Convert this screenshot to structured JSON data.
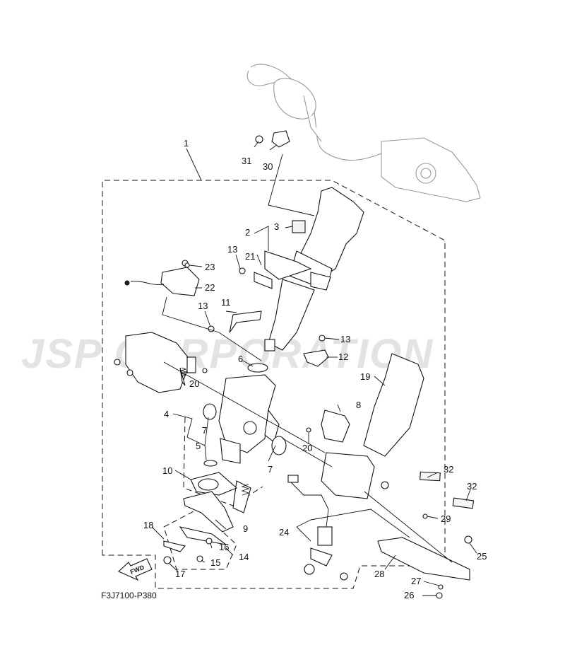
{
  "diagram": {
    "code": "F3J7100-P380",
    "watermark": "JSP CORPORATION",
    "fwd_label": "FWD",
    "callouts": [
      {
        "id": "c1",
        "text": "1"
      },
      {
        "id": "c2",
        "text": "2"
      },
      {
        "id": "c3",
        "text": "3"
      },
      {
        "id": "c4",
        "text": "4"
      },
      {
        "id": "c5",
        "text": "5"
      },
      {
        "id": "c6",
        "text": "6"
      },
      {
        "id": "c7a",
        "text": "7"
      },
      {
        "id": "c7b",
        "text": "7"
      },
      {
        "id": "c8",
        "text": "8"
      },
      {
        "id": "c9",
        "text": "9"
      },
      {
        "id": "c10",
        "text": "10"
      },
      {
        "id": "c11",
        "text": "11"
      },
      {
        "id": "c12",
        "text": "12"
      },
      {
        "id": "c13a",
        "text": "13"
      },
      {
        "id": "c13b",
        "text": "13"
      },
      {
        "id": "c13c",
        "text": "13"
      },
      {
        "id": "c14",
        "text": "14"
      },
      {
        "id": "c15",
        "text": "15"
      },
      {
        "id": "c16",
        "text": "16"
      },
      {
        "id": "c17",
        "text": "17"
      },
      {
        "id": "c18",
        "text": "18"
      },
      {
        "id": "c19",
        "text": "19"
      },
      {
        "id": "c20a",
        "text": "20"
      },
      {
        "id": "c20b",
        "text": "20"
      },
      {
        "id": "c21",
        "text": "21"
      },
      {
        "id": "c22",
        "text": "22"
      },
      {
        "id": "c23",
        "text": "23"
      },
      {
        "id": "c24",
        "text": "24"
      },
      {
        "id": "c25",
        "text": "25"
      },
      {
        "id": "c26",
        "text": "26"
      },
      {
        "id": "c27",
        "text": "27"
      },
      {
        "id": "c28",
        "text": "28"
      },
      {
        "id": "c29",
        "text": "29"
      },
      {
        "id": "c30",
        "text": "30"
      },
      {
        "id": "c31",
        "text": "31"
      },
      {
        "id": "c32a",
        "text": "32"
      },
      {
        "id": "c32b",
        "text": "32"
      }
    ]
  }
}
